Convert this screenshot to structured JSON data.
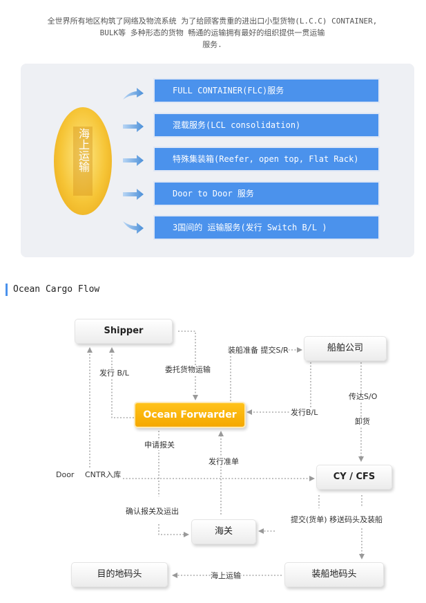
{
  "intro": {
    "line1": "全世界所有地区构筑了网络及物流系统 为了给顾客贵重的进出口小型货物(L.C.C) CONTAINER,",
    "line2": "BULK等 多种形态的货物 畅通的运输拥有最好的组织提供一贯运输",
    "line3": "服务."
  },
  "sea_transport": {
    "label": "海上运输",
    "services": [
      "FULL CONTAINER(FLC)服务",
      "混载服务(LCL consolidation)",
      "特殊集装箱(Reefer, open top, Flat Rack)",
      "Door to Door 服务",
      "3国间的 运输服务(发行 Switch B/L )"
    ]
  },
  "flow": {
    "heading": "Ocean Cargo Flow",
    "nodes": {
      "shipper": "Shipper",
      "shipping_company": "船舶公司",
      "ocean_forwarder": "Ocean Forwarder",
      "cy_cfs": "CY / CFS",
      "customs": "海关",
      "destination_port": "目的地码头",
      "loading_port": "装船地码头"
    },
    "labels": {
      "consign": "委托货物运输",
      "issue_bl_left": "发行 B/L",
      "prepare_loading": "装船准备 提交S/R",
      "issue_bl_right": "发行B/L",
      "transmit_so": "传达S/O",
      "unload": "卸货",
      "apply_customs": "申请报关",
      "issue_permit": "发行准单",
      "door": "Door",
      "cntr_in": "CNTR入库",
      "confirm_customs": "确认报关及运出",
      "submit_docs": "提交(货单) 移送码头及装船",
      "sea_transport": "海上运输"
    }
  }
}
